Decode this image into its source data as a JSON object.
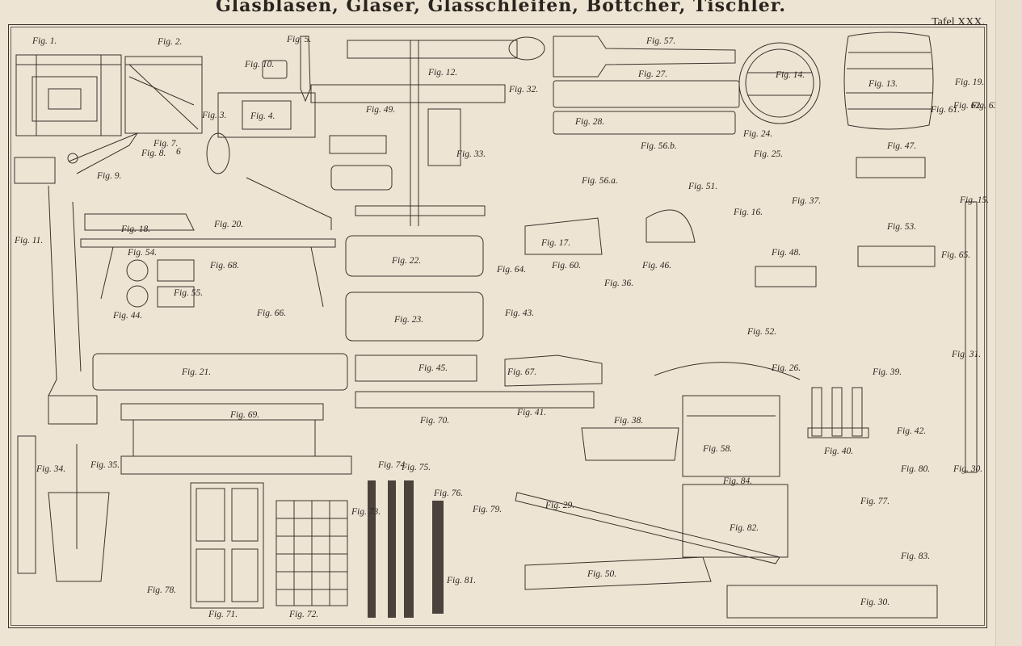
{
  "header": {
    "title": "Glasblasen, Glaser, Glasschleifen, Böttcher, Tischler.",
    "plate": "Tafel XXX."
  },
  "figures": {
    "f1": "Fig. 1.",
    "f2": "Fig. 2.",
    "f3": "Fig. 3.",
    "f4": "Fig. 4.",
    "f5": "Fig. 5.",
    "f6": "6",
    "f7": "Fig. 7.",
    "f8": "Fig. 8.",
    "f9": "Fig. 9.",
    "f10": "Fig. 10.",
    "f11": "Fig. 11.",
    "f12": "Fig. 12.",
    "f13": "Fig. 13.",
    "f14": "Fig. 14.",
    "f15": "Fig. 15.",
    "f16": "Fig. 16.",
    "f17": "Fig. 17.",
    "f18": "Fig. 18.",
    "f19": "Fig. 19.",
    "f20": "Fig. 20.",
    "f21": "Fig. 21.",
    "f22": "Fig. 22.",
    "f23": "Fig. 23.",
    "f24": "Fig. 24.",
    "f25": "Fig. 25.",
    "f26": "Fig. 26.",
    "f27": "Fig. 27.",
    "f28": "Fig. 28.",
    "f29": "Fig. 29.",
    "f30": "Fig. 30.",
    "f31": "Fig. 31.",
    "f32": "Fig. 32.",
    "f33": "Fig. 33.",
    "f34": "Fig. 34.",
    "f35": "Fig. 35.",
    "f36": "Fig. 36.",
    "f37": "Fig. 37.",
    "f38": "Fig. 38.",
    "f39": "Fig. 39.",
    "f40": "Fig. 40.",
    "f41": "Fig. 41.",
    "f42": "Fig. 42.",
    "f43": "Fig. 43.",
    "f44": "Fig. 44.",
    "f45": "Fig. 45.",
    "f46": "Fig. 46.",
    "f47": "Fig. 47.",
    "f48": "Fig. 48.",
    "f49": "Fig. 49.",
    "f50": "Fig. 50.",
    "f51": "Fig. 51.",
    "f52": "Fig. 52.",
    "f53": "Fig. 53.",
    "f54": "Fig. 54.",
    "f55": "Fig. 55.",
    "f56a": "Fig. 56.a.",
    "f56b": "Fig. 56.b.",
    "f57": "Fig. 57.",
    "f58": "Fig. 58.",
    "f60": "Fig. 60.",
    "f61": "Fig. 61.",
    "f62": "Fig. 62.",
    "f63": "Fig. 63.",
    "f64": "Fig. 64.",
    "f65": "Fig. 65.",
    "f66": "Fig. 66.",
    "f67": "Fig. 67.",
    "f68": "Fig. 68.",
    "f69": "Fig. 69.",
    "f70": "Fig. 70.",
    "f71": "Fig. 71.",
    "f72": "Fig. 72.",
    "f73": "Fig. 73.",
    "f74": "Fig. 74.",
    "f75": "Fig. 75.",
    "f76": "Fig. 76.",
    "f77": "Fig. 77.",
    "f78": "Fig. 78.",
    "f79": "Fig. 79.",
    "f80": "Fig. 80.",
    "f81": "Fig. 81.",
    "f82": "Fig. 82.",
    "f83": "Fig. 83.",
    "f84": "Fig. 84.",
    "f30b": "Fig. 30."
  }
}
